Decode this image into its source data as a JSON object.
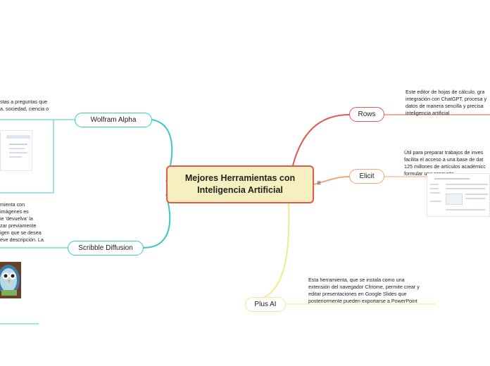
{
  "central": {
    "title_line1": "Mejores Herramientas con",
    "title_line2": "Inteligencia Artificial"
  },
  "nodes": {
    "wolfram": {
      "label": "Wolfram Alpha",
      "note_lines": [
        "stas a preguntas que",
        "a, sociedad, ciencia o"
      ]
    },
    "scribble": {
      "label": "Scribble Diffusion",
      "note_lines": [
        "mienta con",
        "imágenes es",
        "ie 'devuelva' la",
        "zar previamente",
        "igen que se desea",
        "eve descripción. La"
      ]
    },
    "rows": {
      "label": "Rows",
      "note_lines": [
        "Este editor de hojas de cálculo, gra",
        "integración con ChatGPT, procesa y",
        "datos de manera sencilla y precisa",
        "inteligencia artificial"
      ]
    },
    "elicit": {
      "label": "Elicit",
      "note_lines": [
        "Útil para preparar trabajos de inves",
        "facilita el acceso a una base de dat",
        "125 millones de artículos académicc",
        "formular una pregunta."
      ]
    },
    "plusai": {
      "label": "Plus AI",
      "note_lines": [
        "Esta herramienta, que se instala como una",
        "extensión del navegador Chrome, permite crear y",
        "editar presentaciones en Google Slides que",
        "posteriormente pueden exportarse a PowerPoint"
      ]
    }
  },
  "colors": {
    "central_fill": "#f6efbf",
    "central_border": "#e2584c",
    "wolfram_branch": "#3cc8c9",
    "scribble_branch": "#3cc8c9",
    "rows_branch": "#e2584c",
    "elicit_branch": "#f2a47a",
    "plusai_branch": "#f3e98a"
  },
  "icons": {
    "central_menu": "menu-lines-icon"
  }
}
